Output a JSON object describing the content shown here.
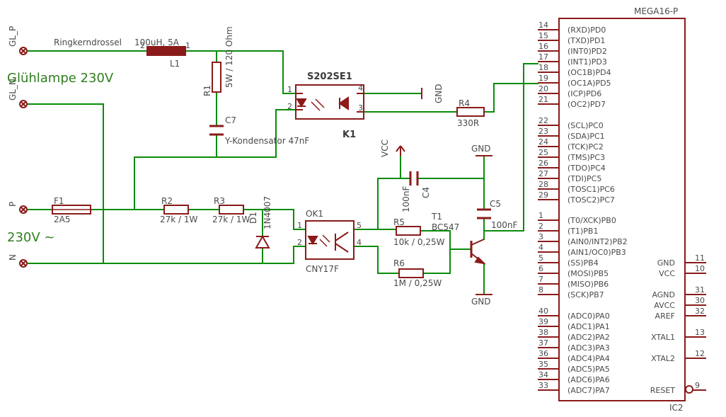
{
  "colors": {
    "net": "#0a8c0a",
    "symbol": "#8b1a1a",
    "text": "#4a4a4a",
    "title": "#2f7f1f"
  },
  "labels": {
    "gl_p": "GL_P",
    "gl_n": "GL_N",
    "p": "P",
    "n": "N",
    "gluehlampe": "Glühlampe 230V",
    "v230": "230V ~",
    "l1_desc": "Ringkerndrossel",
    "l1_value": "100uH, 5A",
    "l1_name": "L1",
    "l1_pin2": "2",
    "l1_pin1": "1",
    "r1_name": "R1",
    "r1_value": "5W / 120 Ohm",
    "c7_name": "C7",
    "c7_value": "Y-Kondensator 47nF",
    "k1_part": "S202SE1",
    "k1_name": "K1",
    "k1_p1": "1",
    "k1_p2": "2",
    "k1_p3": "3",
    "k1_p4": "4",
    "gnd": "GND",
    "r4_name": "R4",
    "r4_value": "330R",
    "f1_name": "F1",
    "f1_value": "2A5",
    "r2_name": "R2",
    "r2_value": "27k / 1W",
    "r3_name": "R3",
    "r3_value": "27k / 1W",
    "d1_name": "D1",
    "d1_value": "1N4007",
    "ok1_name": "OK1",
    "ok1_value": "CNY17F",
    "ok1_p1": "1",
    "ok1_p2": "2",
    "ok1_p4": "4",
    "ok1_p5": "5",
    "vcc": "VCC",
    "c4_name": "C4",
    "c4_value": "100nF",
    "c5_name": "C5",
    "c5_value": "100nF",
    "r5_name": "R5",
    "r5_value": "10k / 0,25W",
    "r6_name": "R6",
    "r6_value": "1M / 0,25W",
    "t1_name": "T1",
    "t1_value": "BC547",
    "ic_part": "MEGA16-P",
    "ic_name": "IC2"
  },
  "ic_left_pins": [
    {
      "num": "14",
      "name": "(RXD)PD0"
    },
    {
      "num": "15",
      "name": "(TXD)PD1"
    },
    {
      "num": "16",
      "name": "(INT0)PD2"
    },
    {
      "num": "17",
      "name": "(INT1)PD3"
    },
    {
      "num": "18",
      "name": "(OC1B)PD4"
    },
    {
      "num": "19",
      "name": "(OC1A)PD5"
    },
    {
      "num": "20",
      "name": "(ICP)PD6"
    },
    {
      "num": "21",
      "name": "(OC2)PD7"
    },
    {
      "num": "22",
      "name": "(SCL)PC0"
    },
    {
      "num": "23",
      "name": "(SDA)PC1"
    },
    {
      "num": "24",
      "name": "(TCK)PC2"
    },
    {
      "num": "25",
      "name": "(TMS)PC3"
    },
    {
      "num": "26",
      "name": "(TDO)PC4"
    },
    {
      "num": "27",
      "name": "(TDI)PC5"
    },
    {
      "num": "28",
      "name": "(TOSC1)PC6"
    },
    {
      "num": "29",
      "name": "(TOSC2)PC7"
    },
    {
      "num": "1",
      "name": "(T0/XCK)PB0"
    },
    {
      "num": "2",
      "name": "(T1)PB1"
    },
    {
      "num": "3",
      "name": "(AIN0/INT2)PB2"
    },
    {
      "num": "4",
      "name": "(AIN1/OC0)PB3"
    },
    {
      "num": "5",
      "name": "(SS)PB4"
    },
    {
      "num": "6",
      "name": "(MOSI)PB5"
    },
    {
      "num": "7",
      "name": "(MISO)PB6"
    },
    {
      "num": "8",
      "name": "(SCK)PB7"
    },
    {
      "num": "40",
      "name": "(ADC0)PA0"
    },
    {
      "num": "39",
      "name": "(ADC1)PA1"
    },
    {
      "num": "38",
      "name": "(ADC2)PA2"
    },
    {
      "num": "37",
      "name": "(ADC3)PA3"
    },
    {
      "num": "36",
      "name": "(ADC4)PA4"
    },
    {
      "num": "35",
      "name": "(ADC5)PA5"
    },
    {
      "num": "34",
      "name": "(ADC6)PA6"
    },
    {
      "num": "33",
      "name": "(ADC7)PA7"
    }
  ],
  "ic_right_pins": [
    {
      "num": "11",
      "name": "GND"
    },
    {
      "num": "10",
      "name": "VCC"
    },
    {
      "num": "31",
      "name": "AGND"
    },
    {
      "num": "30",
      "name": "AVCC"
    },
    {
      "num": "32",
      "name": "AREF"
    },
    {
      "num": "13",
      "name": "XTAL1"
    },
    {
      "num": "12",
      "name": "XTAL2"
    },
    {
      "num": "9",
      "name": "RESET"
    }
  ]
}
